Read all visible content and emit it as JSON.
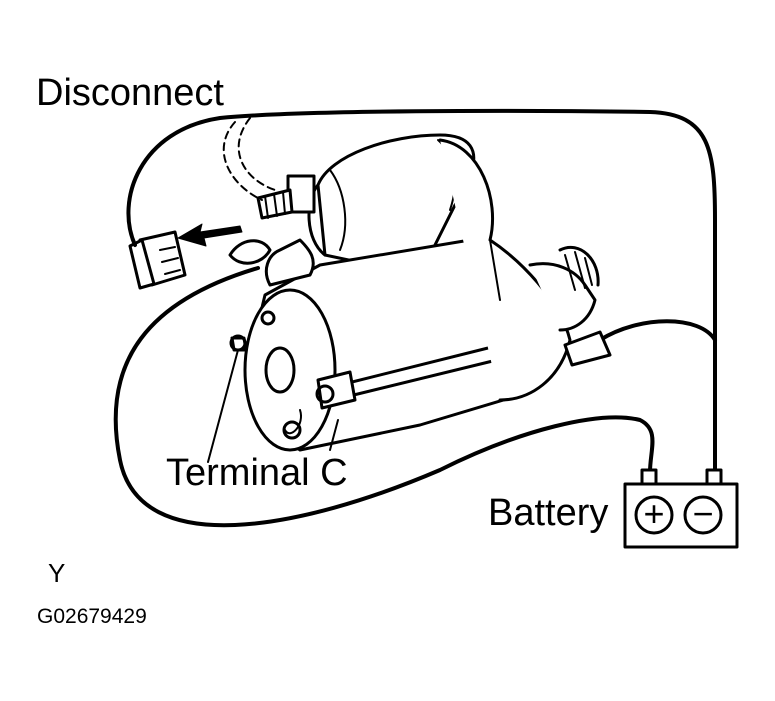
{
  "labels": {
    "disconnect": "Disconnect",
    "terminal_c": "Terminal C",
    "battery": "Battery",
    "view_marker": "Y",
    "figure_code": "G02679429"
  },
  "battery": {
    "positive_symbol": "+",
    "negative_symbol": "−"
  },
  "colors": {
    "ink": "#000000",
    "paper": "#ffffff"
  }
}
